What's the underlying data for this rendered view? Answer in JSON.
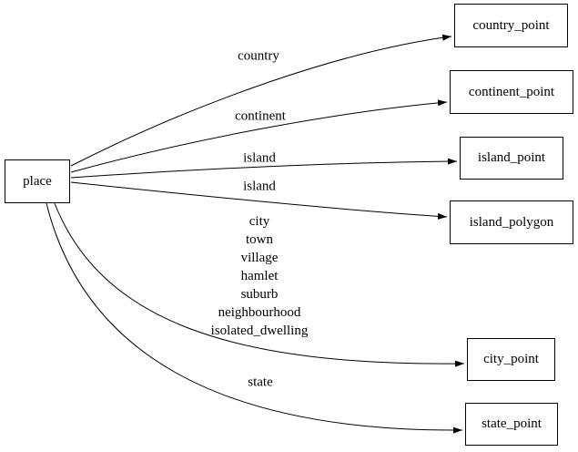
{
  "diagram": {
    "type": "directed-graph",
    "colors": {
      "background": "#ffffff",
      "node_border": "#000000",
      "edge": "#000000",
      "text": "#000000"
    },
    "nodes": {
      "place": {
        "label": "place"
      },
      "country_point": {
        "label": "country_point"
      },
      "continent_point": {
        "label": "continent_point"
      },
      "island_point": {
        "label": "island_point"
      },
      "island_polygon": {
        "label": "island_polygon"
      },
      "city_point": {
        "label": "city_point"
      },
      "state_point": {
        "label": "state_point"
      }
    },
    "edges": [
      {
        "from": "place",
        "to": "country_point",
        "label": "country"
      },
      {
        "from": "place",
        "to": "continent_point",
        "label": "continent"
      },
      {
        "from": "place",
        "to": "island_point",
        "label": "island"
      },
      {
        "from": "place",
        "to": "island_polygon",
        "label": "island"
      },
      {
        "from": "place",
        "to": "city_point",
        "label_lines": [
          "city",
          "town",
          "village",
          "hamlet",
          "suburb",
          "neighbourhood",
          "isolated_dwelling"
        ]
      },
      {
        "from": "place",
        "to": "state_point",
        "label": "state"
      }
    ]
  }
}
